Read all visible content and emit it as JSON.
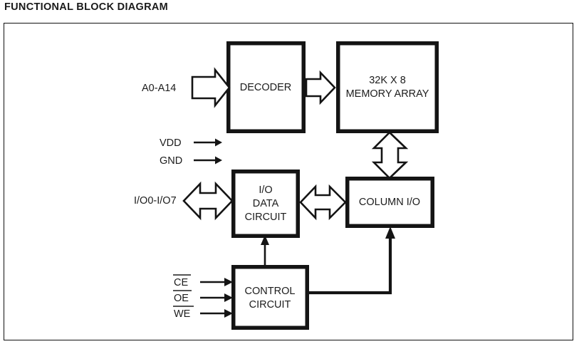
{
  "page": {
    "title": "FUNCTIONAL BLOCK DIAGRAM"
  },
  "diagram": {
    "blocks": [
      {
        "id": "decoder",
        "label": "DECODER",
        "lines": [
          "DECODER"
        ]
      },
      {
        "id": "memory-array",
        "label": "32K X 8 MEMORY ARRAY",
        "lines": [
          "32K X 8",
          "MEMORY ARRAY"
        ]
      },
      {
        "id": "io-data-circuit",
        "label": "I/O DATA CIRCUIT",
        "lines": [
          "I/O",
          "DATA",
          "CIRCUIT"
        ]
      },
      {
        "id": "column-io",
        "label": "COLUMN I/O",
        "lines": [
          "COLUMN I/O"
        ]
      },
      {
        "id": "control-circuit",
        "label": "CONTROL CIRCUIT",
        "lines": [
          "CONTROL",
          "CIRCUIT"
        ]
      }
    ],
    "block_text": {
      "decoder": "DECODER",
      "memory_line1": "32K X 8",
      "memory_line2": "MEMORY ARRAY",
      "io_line1": "I/O",
      "io_line2": "DATA",
      "io_line3": "CIRCUIT",
      "column_io": "COLUMN I/O",
      "control_line1": "CONTROL",
      "control_line2": "CIRCUIT"
    },
    "ports": {
      "address": "A0-A14",
      "vdd": "VDD",
      "gnd": "GND",
      "data_io": "I/O0-I/O7",
      "ce": "CE",
      "oe": "OE",
      "we": "WE"
    },
    "signal_notes": {
      "ce_active_low": true,
      "oe_active_low": true,
      "we_active_low": true
    },
    "colors": {
      "line": "#141414",
      "text": "#1c1c1c",
      "background": "#ffffff",
      "frame": "#111111"
    }
  }
}
